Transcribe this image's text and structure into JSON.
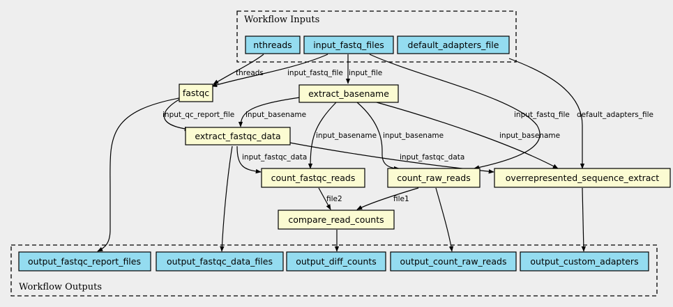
{
  "colors": {
    "background": "#eeeeee",
    "io_node": "#94dcf0",
    "step_node": "#fbfbd2",
    "stroke": "#000000"
  },
  "clusters": {
    "inputs": {
      "title": "Workflow Inputs"
    },
    "outputs": {
      "title": "Workflow Outputs"
    }
  },
  "inputs": {
    "nthreads": "nthreads",
    "input_fastq_files": "input_fastq_files",
    "default_adapters_file": "default_adapters_file"
  },
  "steps": {
    "fastqc": "fastqc",
    "extract_basename": "extract_basename",
    "extract_fastqc_data": "extract_fastqc_data",
    "count_fastqc_reads": "count_fastqc_reads",
    "count_raw_reads": "count_raw_reads",
    "overrepresented_sequence_extract": "overrepresented_sequence_extract",
    "compare_read_counts": "compare_read_counts"
  },
  "outputs": {
    "output_fastqc_report_files": "output_fastqc_report_files",
    "output_fastqc_data_files": "output_fastqc_data_files",
    "output_diff_counts": "output_diff_counts",
    "output_count_raw_reads": "output_count_raw_reads",
    "output_custom_adapters": "output_custom_adapters"
  },
  "edge_labels": {
    "threads": "threads",
    "input_fastq_file_fastqc": "input_fastq_file",
    "input_file": "input_file",
    "input_fastq_file_count_raw": "input_fastq_file",
    "default_adapters_file": "default_adapters_file",
    "input_qc_report_file": "input_qc_report_file",
    "input_basename_efd": "input_basename",
    "input_basename_cfr": "input_basename",
    "input_basename_crr": "input_basename",
    "input_basename_ose": "input_basename",
    "input_fastqc_data_cfr": "input_fastqc_data",
    "input_fastqc_data_ose": "input_fastqc_data",
    "file2": "file2",
    "file1": "file1"
  }
}
